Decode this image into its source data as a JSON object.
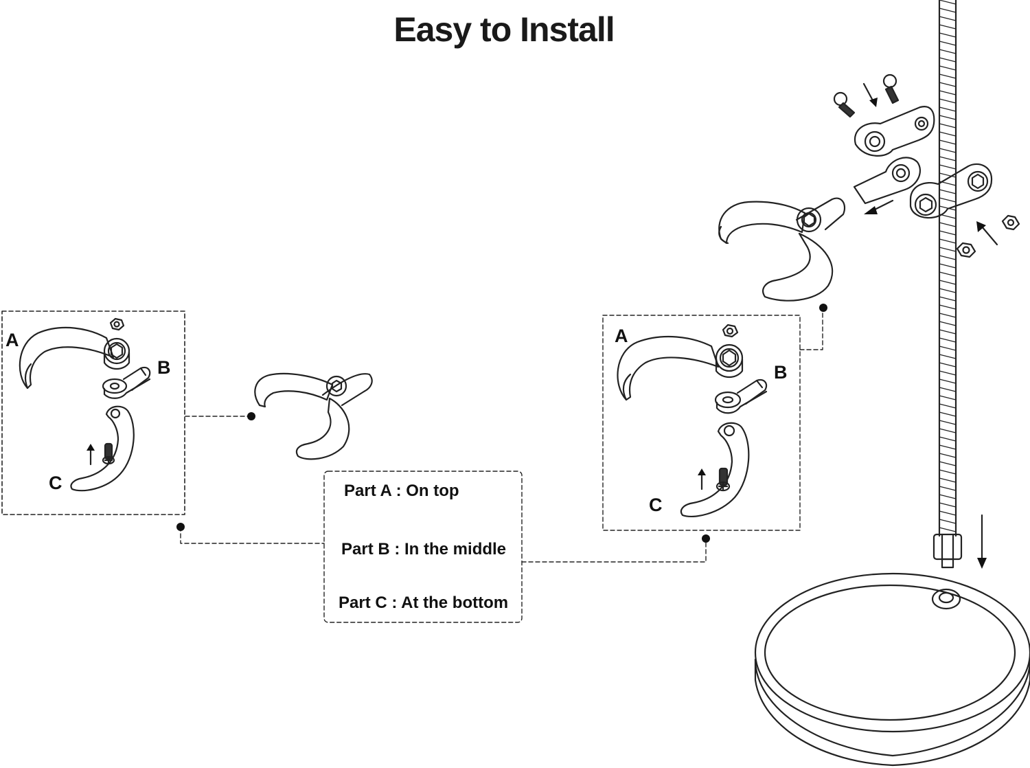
{
  "title": "Easy to Install",
  "parts": {
    "a": "A",
    "b": "B",
    "c": "C"
  },
  "legend": {
    "a": "Part A : On top",
    "b": "Part B : In the middle",
    "c": "Part C : At the bottom"
  }
}
